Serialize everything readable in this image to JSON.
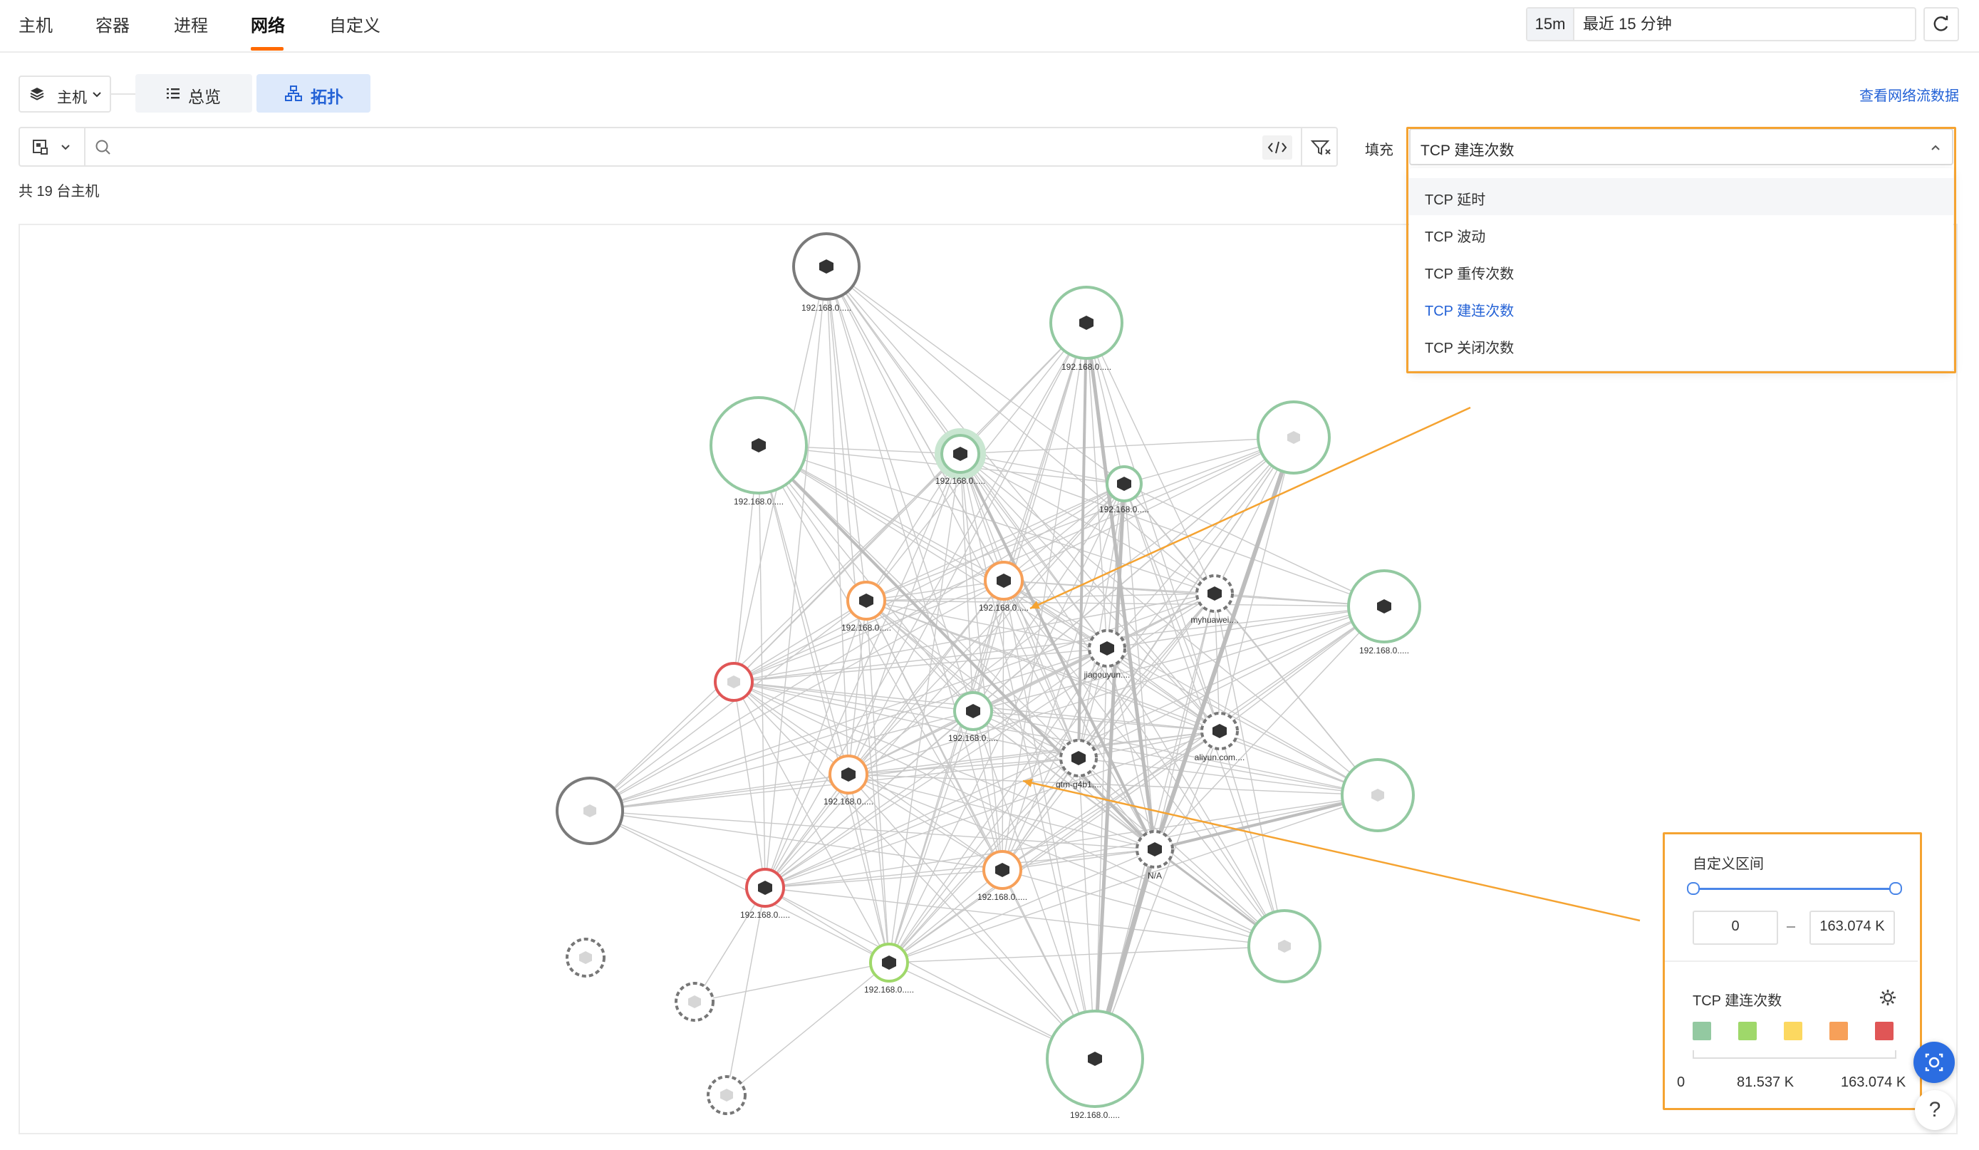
{
  "top_tabs": [
    {
      "label": "主机"
    },
    {
      "label": "容器"
    },
    {
      "label": "进程"
    },
    {
      "label": "网络",
      "active": true
    },
    {
      "label": "自定义"
    }
  ],
  "time_range": {
    "quick": "15m",
    "label": "最近 15 分钟"
  },
  "host_selector": {
    "label": "主机"
  },
  "view_buttons": {
    "overview": "总览",
    "topology": "拓扑"
  },
  "view_flow_link": "查看网络流数据",
  "search": {
    "placeholder": ""
  },
  "fill": {
    "label": "填充",
    "value": "TCP 建连次数"
  },
  "dropdown_options": [
    {
      "label": "TCP 延时"
    },
    {
      "label": "TCP 波动"
    },
    {
      "label": "TCP 重传次数"
    },
    {
      "label": "TCP 建连次数",
      "selected": true
    },
    {
      "label": "TCP 关闭次数"
    }
  ],
  "host_count": "共 19 台主机",
  "legend": {
    "title": "自定义区间",
    "min": "0",
    "max": "163.074 K",
    "metric": "TCP 建连次数",
    "tick_min": "0",
    "tick_mid": "81.537 K",
    "tick_max": "163.074 K",
    "colors": [
      "#93c9a1",
      "#9fd86a",
      "#fcd860",
      "#f7a059",
      "#e05656"
    ]
  },
  "node_labels": {
    "n1": "192.168.0.....",
    "n2": "192.168.0.....",
    "n3": "192.168.0.....",
    "n4": "192.168.0.....",
    "n5": "192.168.0.....",
    "n6": "192.168.0.....",
    "n7": "192.168.0.....",
    "n8": "myhuawei....",
    "n9": "jiagouyun....",
    "n10": "192.168.0.....",
    "n11": "192.168.0.....",
    "n12": "aliyun.com....",
    "n13": "gtm-g4b1....",
    "n14": "192.168.0.....",
    "n15": "N/A",
    "n16": "192.168.0.....",
    "n17": "192.168.0.....",
    "n18": "192.168.0.....",
    "n19": "192.168.0....."
  },
  "help_label": "?"
}
